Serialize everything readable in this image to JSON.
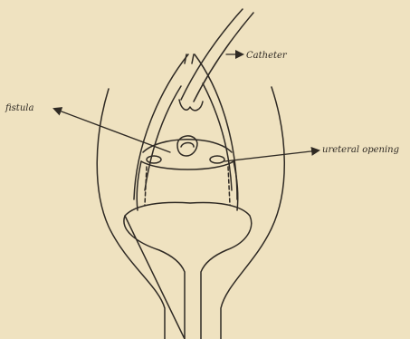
{
  "labels": {
    "catheter": "Catheter",
    "fistula": "fistula",
    "ureteral_opening": "ureteral opening"
  },
  "colors": {
    "paper": "#efe2c0",
    "ink": "#2f2a24"
  }
}
